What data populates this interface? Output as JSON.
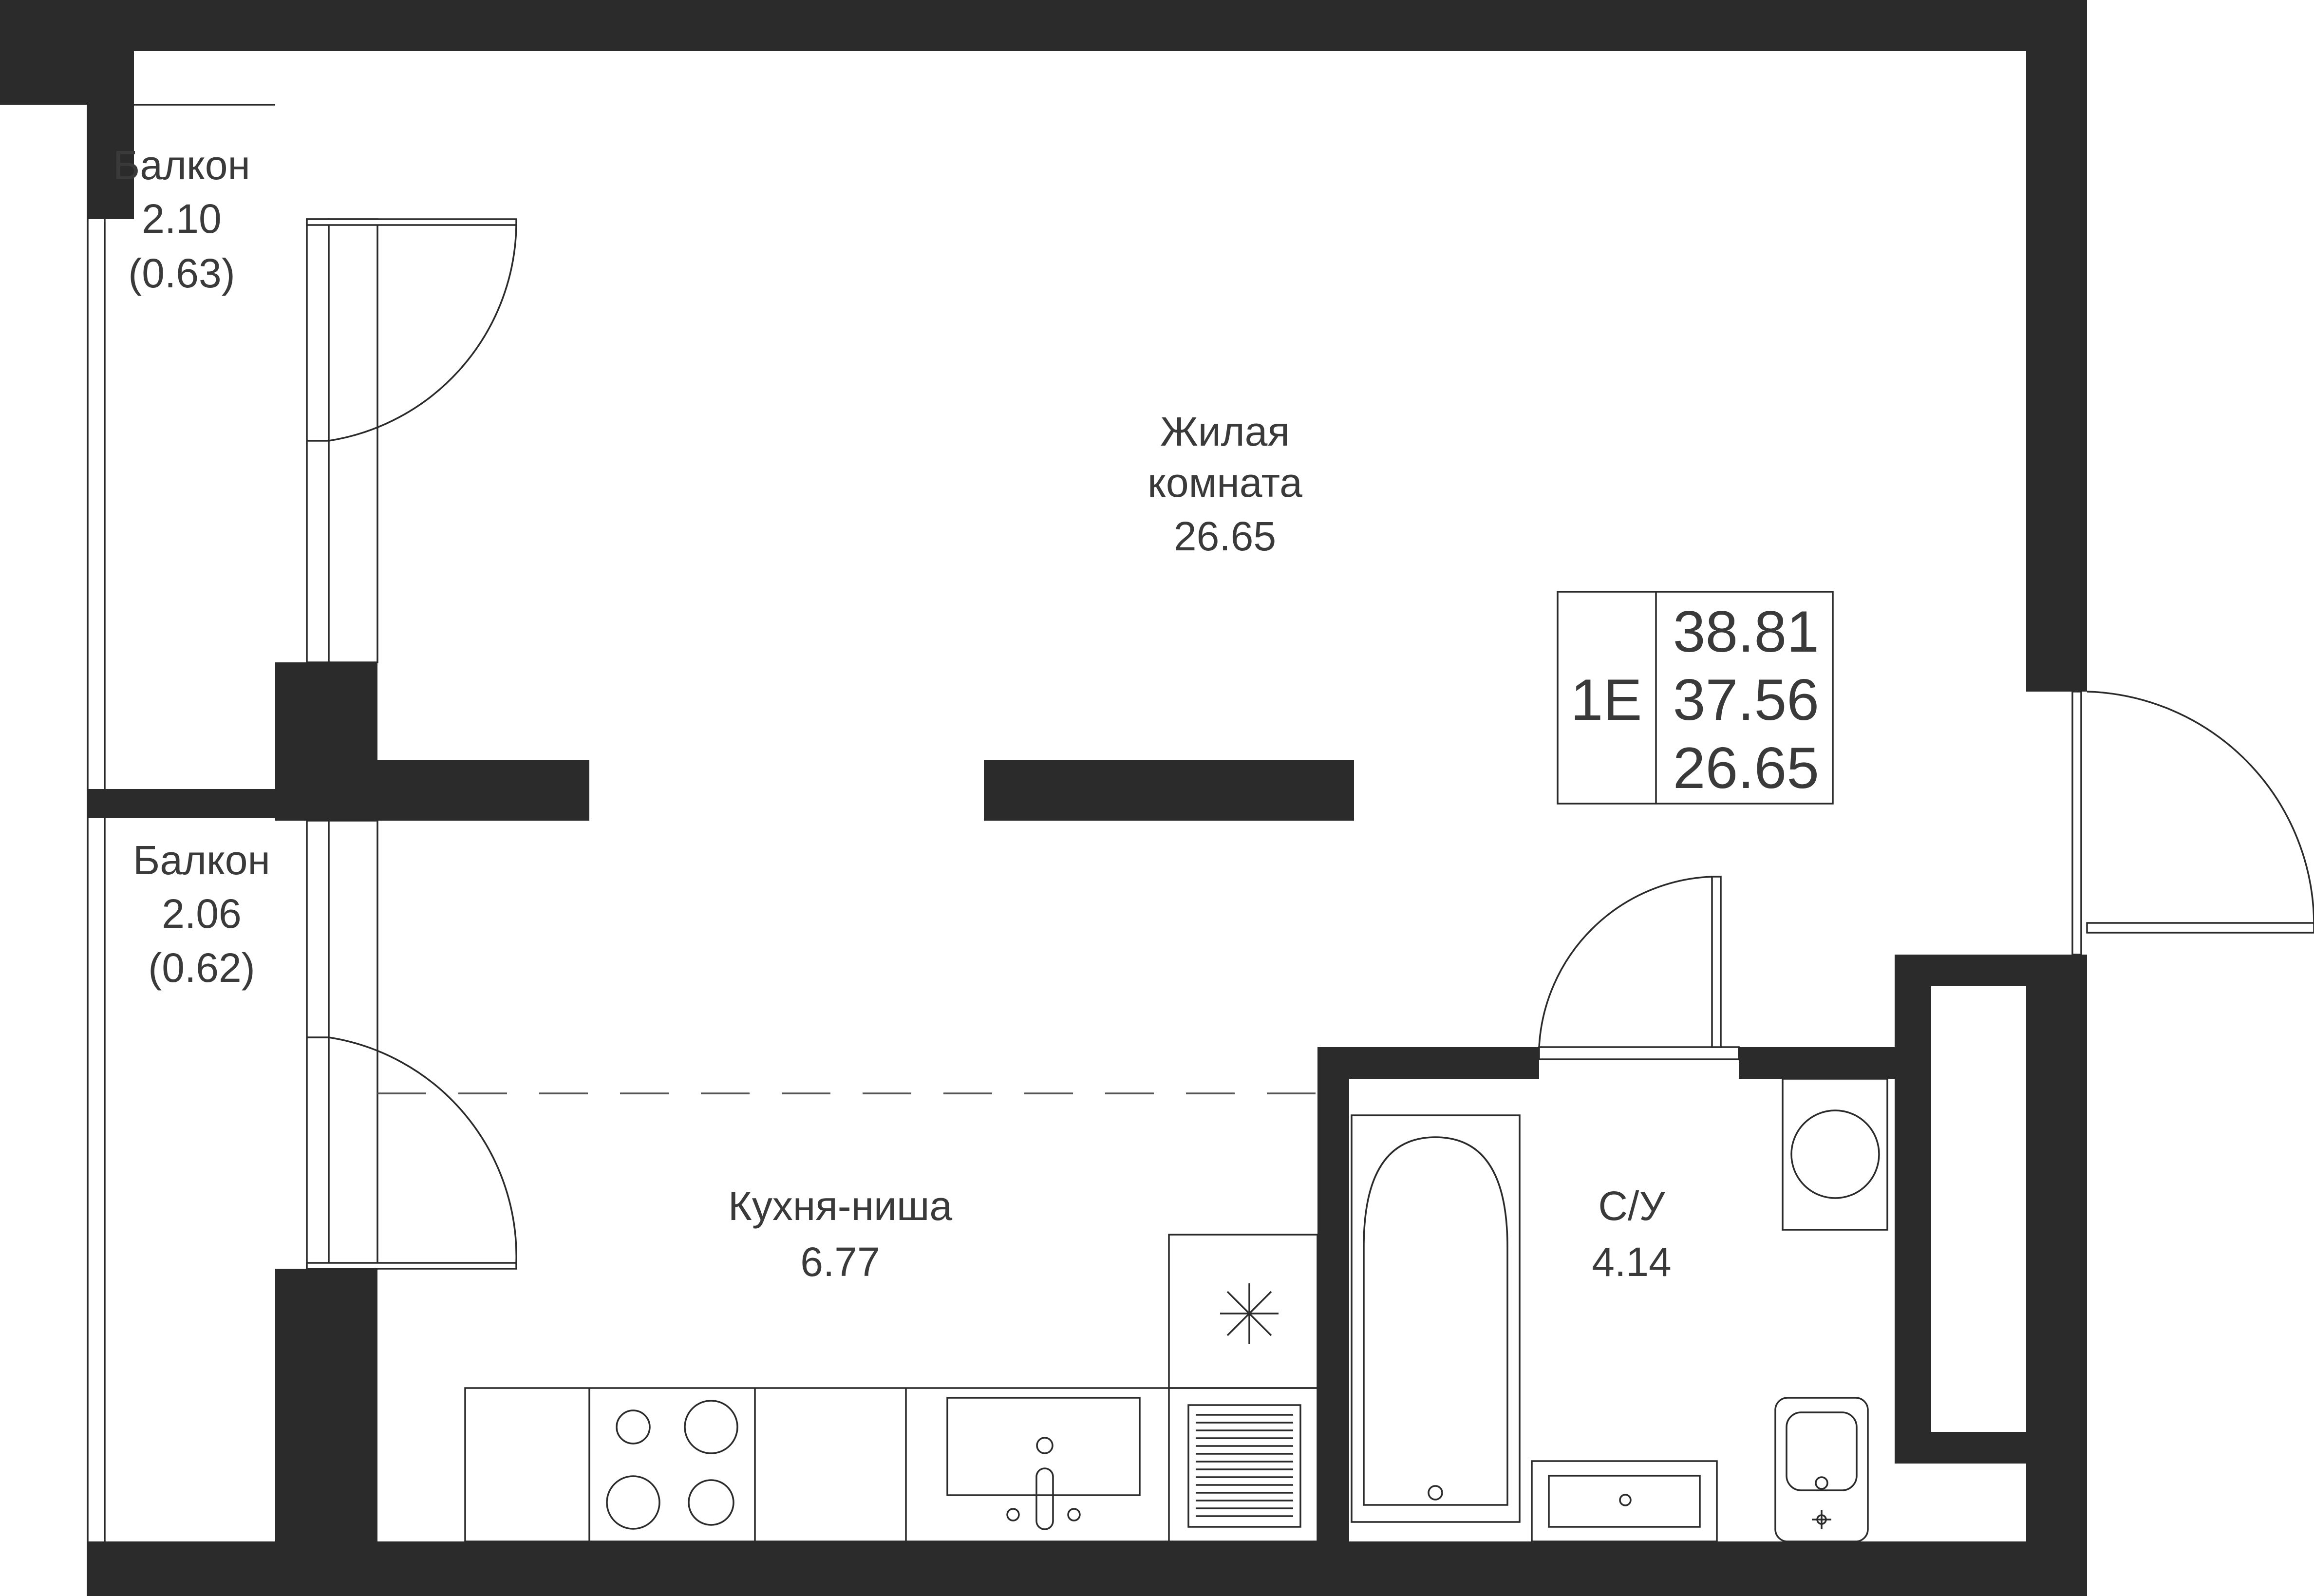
{
  "rooms": {
    "balcony_top": {
      "name": "Балкон",
      "area": "2.10",
      "area_coef": "(0.63)"
    },
    "balcony_bottom": {
      "name": "Балкон",
      "area": "2.06",
      "area_coef": "(0.62)"
    },
    "living_room": {
      "name_line1": "Жилая",
      "name_line2": "комната",
      "area": "26.65"
    },
    "kitchen": {
      "name": "Кухня-ниша",
      "area": "6.77"
    },
    "bathroom": {
      "name": "С/У",
      "area": "4.14"
    }
  },
  "summary": {
    "apartment_type": "1Е",
    "total_area": "38.81",
    "total_area_no_balcony": "37.56",
    "living_area": "26.65"
  },
  "colors": {
    "wall": "#2b2b2b",
    "text": "#3a3a3a",
    "background": "#ffffff"
  }
}
